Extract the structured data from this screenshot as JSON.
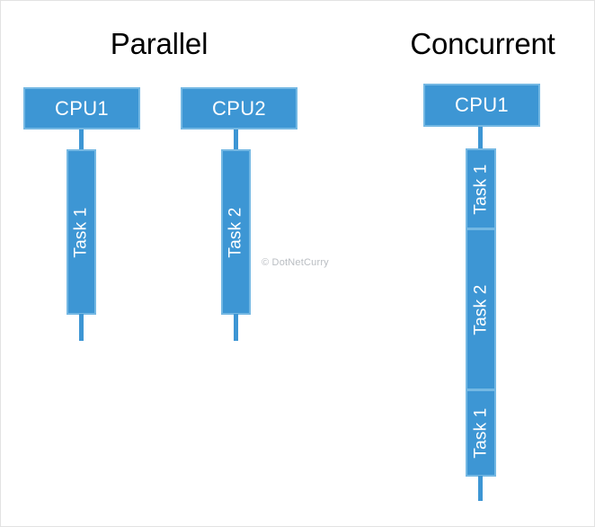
{
  "diagram": {
    "background_color": "#ffffff",
    "shape_fill_color": "#3d96d4",
    "shape_border_color": "#74b8e3",
    "label_text_color": "#ffffff",
    "title_text_color": "#000000",
    "watermark": "© DotNetCurry",
    "sections": [
      {
        "id": "parallel",
        "title": "Parallel",
        "processors": [
          {
            "cpu_label": "CPU1",
            "tasks": [
              {
                "label": "Task 1"
              }
            ]
          },
          {
            "cpu_label": "CPU2",
            "tasks": [
              {
                "label": "Task 2"
              }
            ]
          }
        ]
      },
      {
        "id": "concurrent",
        "title": "Concurrent",
        "processors": [
          {
            "cpu_label": "CPU1",
            "tasks": [
              {
                "label": "Task 1"
              },
              {
                "label": "Task 2"
              },
              {
                "label": "Task 1"
              }
            ]
          }
        ]
      }
    ]
  }
}
